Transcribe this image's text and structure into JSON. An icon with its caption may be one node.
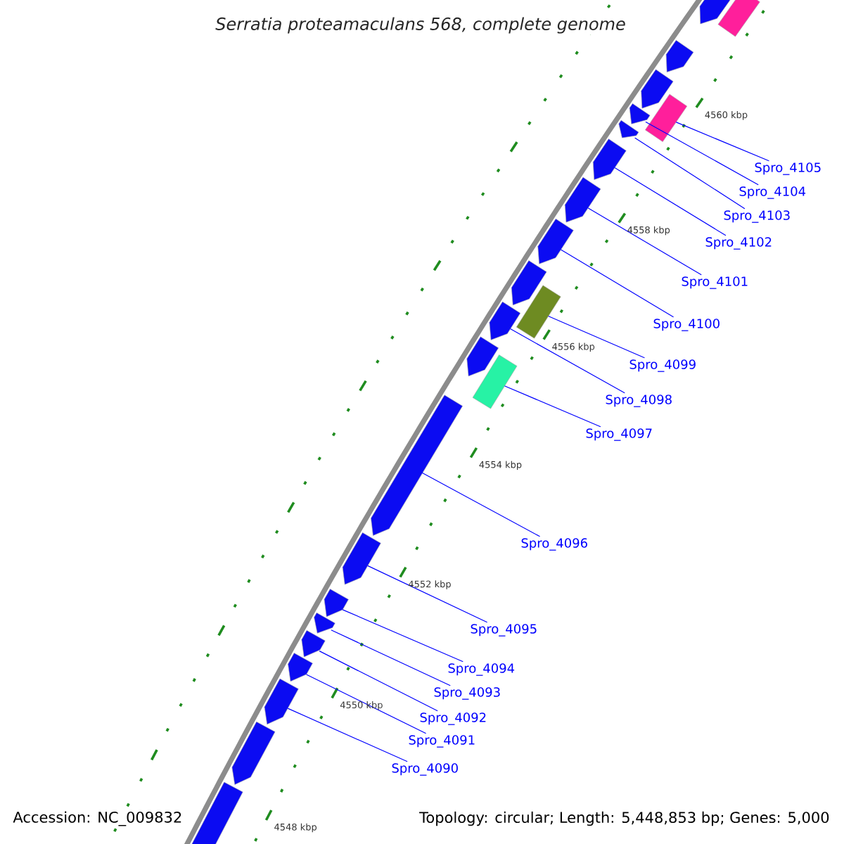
{
  "diagram": {
    "title": "Serratia proteamaculans 568, complete genome",
    "nodes": [
      {
        "text": [
          "Spro_4105"
        ]
      },
      {
        "text": [
          "Spro_4104"
        ]
      },
      {
        "text": [
          "Spro_4103"
        ]
      },
      {
        "text": [
          "Spro_4102"
        ]
      },
      {
        "text": [
          "Spro_4101"
        ]
      },
      {
        "text": [
          "Spro_4100"
        ]
      },
      {
        "text": [
          "Spro_4099"
        ]
      },
      {
        "text": [
          "Spro_4098"
        ]
      },
      {
        "text": [
          "Spro_4097"
        ]
      },
      {
        "text": [
          "Spro_4096"
        ]
      },
      {
        "text": [
          "Spro_4095"
        ]
      },
      {
        "text": [
          "Spro_4094"
        ]
      },
      {
        "text": [
          "Spro_4093"
        ]
      },
      {
        "text": [
          "Spro_4092"
        ]
      },
      {
        "text": [
          "Spro_4091"
        ]
      },
      {
        "text": [
          "Spro_4090"
        ]
      },
      {
        "text": [],
        "shape": "pentagon"
      },
      {
        "text": [],
        "shape": "box"
      },
      {
        "text": [],
        "shape": "pentagon"
      },
      {
        "text": [],
        "shape": "pentagon"
      },
      {
        "text": [],
        "shape": "box"
      },
      {
        "text": [],
        "shape": "pentagon"
      },
      {
        "text": [],
        "shape": "pentagon"
      },
      {
        "text": [],
        "shape": "pentagon"
      },
      {
        "text": [],
        "shape": "pentagon"
      },
      {
        "text": [],
        "shape": "pentagon"
      },
      {
        "text": [],
        "shape": "pentagon"
      },
      {
        "text": [],
        "shape": "box"
      },
      {
        "text": [],
        "shape": "pentagon"
      },
      {
        "text": [],
        "shape": "pentagon"
      },
      {
        "text": [],
        "shape": "box"
      },
      {
        "text": [],
        "shape": "pentagon"
      },
      {
        "text": [],
        "shape": "pentagon"
      },
      {
        "text": [],
        "shape": "pentagon"
      },
      {
        "text": [],
        "shape": "pentagon"
      },
      {
        "text": [],
        "shape": "pentagon"
      },
      {
        "text": [],
        "shape": "pentagon"
      },
      {
        "text": [],
        "shape": "pentagon"
      },
      {
        "text": [],
        "shape": "pentagon"
      },
      {
        "text": [],
        "shape": "pentagon"
      }
    ],
    "edges": [
      {
        "from": 0,
        "to": 20,
        "arrow": "none"
      },
      {
        "from": 1,
        "to": 21,
        "arrow": "none"
      },
      {
        "from": 2,
        "to": 22,
        "arrow": "none"
      },
      {
        "from": 3,
        "to": 23,
        "arrow": "none"
      },
      {
        "from": 4,
        "to": 24,
        "arrow": "none"
      },
      {
        "from": 5,
        "to": 25,
        "arrow": "none"
      },
      {
        "from": 6,
        "to": 27,
        "arrow": "none"
      },
      {
        "from": 7,
        "to": 28,
        "arrow": "none"
      },
      {
        "from": 8,
        "to": 30,
        "arrow": "none"
      },
      {
        "from": 9,
        "to": 31,
        "arrow": "none"
      },
      {
        "from": 10,
        "to": 32,
        "arrow": "none"
      },
      {
        "from": 11,
        "to": 33,
        "arrow": "none"
      },
      {
        "from": 12,
        "to": 34,
        "arrow": "none"
      },
      {
        "from": 13,
        "to": 35,
        "arrow": "none"
      },
      {
        "from": 14,
        "to": 36,
        "arrow": "none"
      },
      {
        "from": 15,
        "to": 37,
        "arrow": "none"
      }
    ],
    "labels": [
      "4560 kbp",
      "4558 kbp",
      "4556 kbp",
      "4554 kbp",
      "4552 kbp",
      "4550 kbp",
      "4548 kbp",
      "Accession: NC_009832",
      "Topology: circular; Length: 5,448,853 bp; Genes: 5,000"
    ]
  }
}
